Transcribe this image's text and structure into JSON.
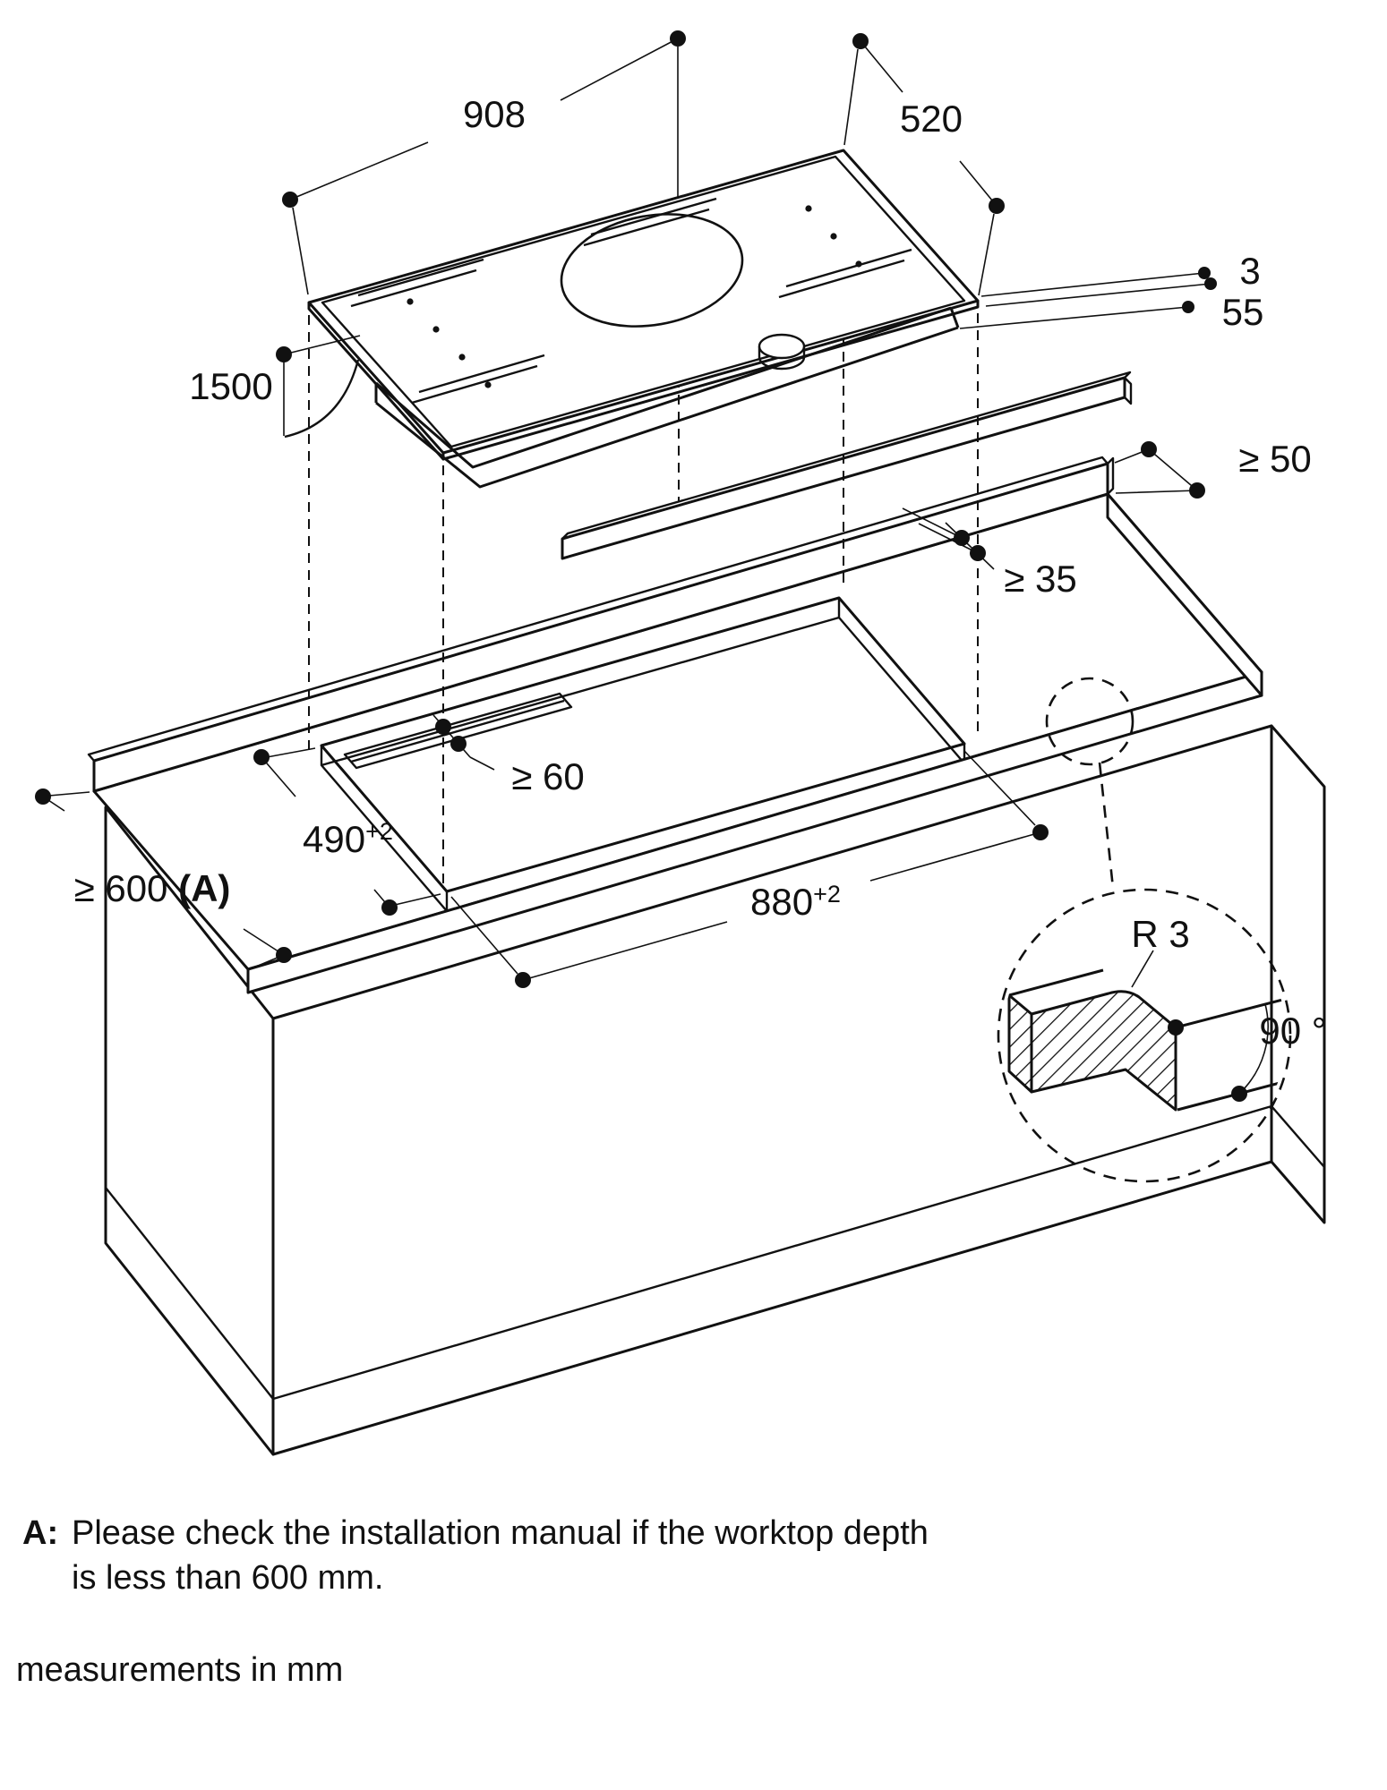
{
  "diagram": {
    "cooktop": {
      "width": "908",
      "depth": "520",
      "glass_thickness": "3",
      "body_height": "55",
      "cable_length": "1500"
    },
    "worktop": {
      "rear_clearance": "≥ 50",
      "rear_web": "≥ 35",
      "vent_gap": "≥ 60",
      "cutout_depth": {
        "value": "490",
        "tolerance": "+2"
      },
      "cutout_width": {
        "value": "880",
        "tolerance": "+2"
      },
      "worktop_depth": {
        "value": "≥ 600 ",
        "ref": "(A)"
      }
    },
    "detail": {
      "corner_radius": "R 3",
      "corner_angle": "90 °"
    },
    "notes": {
      "marker": "A:",
      "line1": "Please check the installation manual if the worktop depth",
      "line2": "is less than 600 mm.",
      "units": "measurements in mm"
    }
  }
}
